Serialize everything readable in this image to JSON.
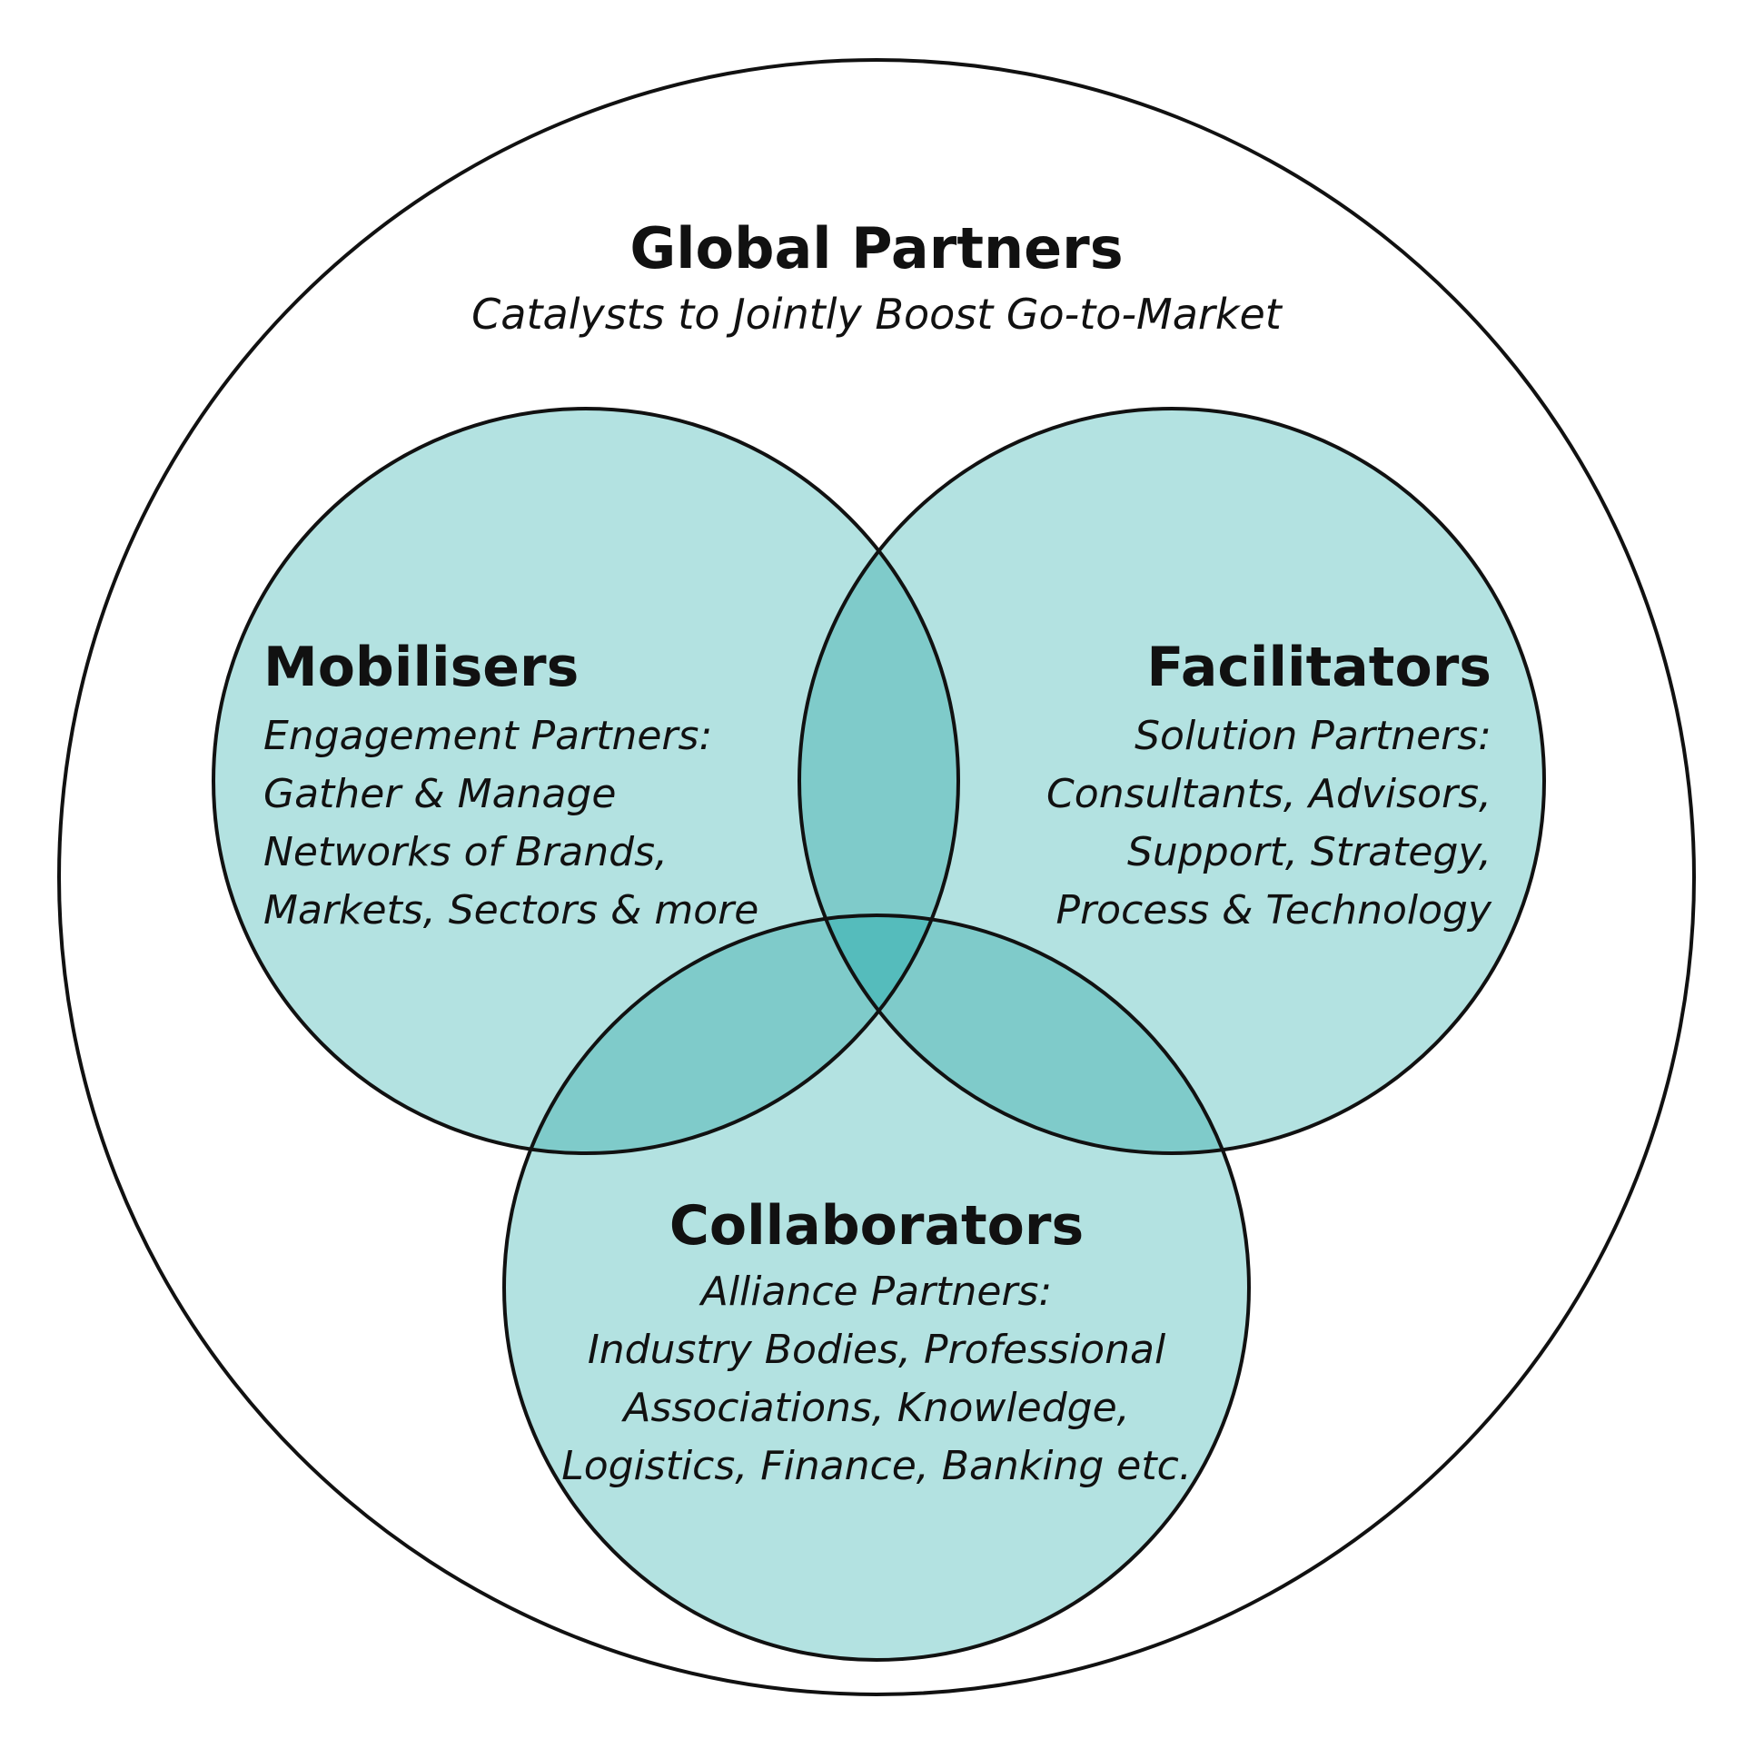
{
  "diagram": {
    "title": "Global Partners",
    "subtitle": "Catalysts to Jointly Boost Go-to-Market",
    "colors": {
      "single": "#b3e2e1",
      "pair": "#7fcbca",
      "triple": "#55bcbc",
      "stroke": "#111111",
      "outer_fill": "#ffffff"
    },
    "sets": {
      "mobilisers": {
        "title": "Mobilisers",
        "lines": [
          "Engagement Partners:",
          "Gather & Manage",
          "Networks of Brands,",
          "Markets, Sectors & more"
        ]
      },
      "facilitators": {
        "title": "Facilitators",
        "lines": [
          "Solution Partners:",
          "Consultants, Advisors,",
          "Support, Strategy,",
          "Process & Technology"
        ]
      },
      "collaborators": {
        "title": "Collaborators",
        "lines": [
          "Alliance Partners:",
          "Industry Bodies, Professional",
          "Associations, Knowledge,",
          "Logistics, Finance, Banking etc."
        ]
      }
    }
  }
}
